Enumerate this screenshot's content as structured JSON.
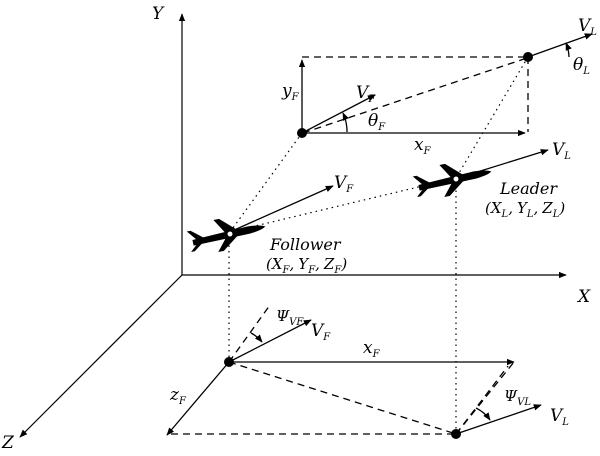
{
  "axes": {
    "x": "X",
    "y": "Y",
    "z": "Z"
  },
  "vectors": {
    "v_leader": {
      "main": "V",
      "sub": "L"
    },
    "v_follower": {
      "main": "V",
      "sub": "F"
    }
  },
  "quantities": {
    "x_f": {
      "main": "x",
      "sub": "F"
    },
    "y_f": {
      "main": "y",
      "sub": "F"
    },
    "z_f": {
      "main": "z",
      "sub": "F"
    },
    "theta_f": {
      "main": "θ",
      "sub": "F"
    },
    "theta_l": {
      "main": "θ",
      "sub": "L"
    },
    "psi_vf": {
      "main": "Ψ",
      "sub": "VF"
    },
    "psi_vl": {
      "main": "Ψ",
      "sub": "VL"
    }
  },
  "leader": {
    "name": "Leader",
    "coords": {
      "open": "(",
      "x": "X",
      "x_sub": "L",
      "y": "Y",
      "y_sub": "L",
      "z": "Z",
      "z_sub": "L",
      "sep": ",",
      "close": ")"
    }
  },
  "follower": {
    "name": "Follower",
    "coords": {
      "open": "(",
      "x": "X",
      "x_sub": "F",
      "y": "Y",
      "y_sub": "F",
      "z": "Z",
      "z_sub": "F",
      "sep": ",",
      "close": ")"
    }
  }
}
